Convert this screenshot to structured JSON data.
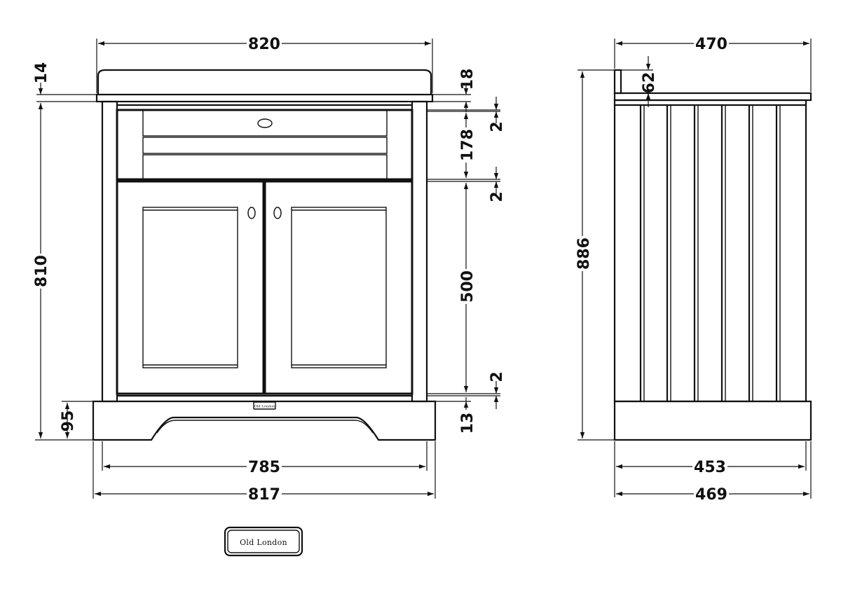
{
  "dimensions": {
    "front_top_width": "820",
    "front_plinth_inner_width": "785",
    "front_plinth_width": "817",
    "worktop_lip": "14",
    "carcass_height": "810",
    "plinth_height": "95",
    "worktop_thickness": "18",
    "drawer_gap_top": "2",
    "drawer_height": "178",
    "drawer_gap_middle": "2",
    "door_height": "500",
    "door_gap_bottom": "2",
    "bottom_rail": "13",
    "side_top_depth": "470",
    "upstand_height": "62",
    "overall_height": "886",
    "side_plinth_inner_depth": "453",
    "side_plinth_depth": "469"
  },
  "logo": {
    "text": "Old London",
    "badge_text": "Old London"
  }
}
